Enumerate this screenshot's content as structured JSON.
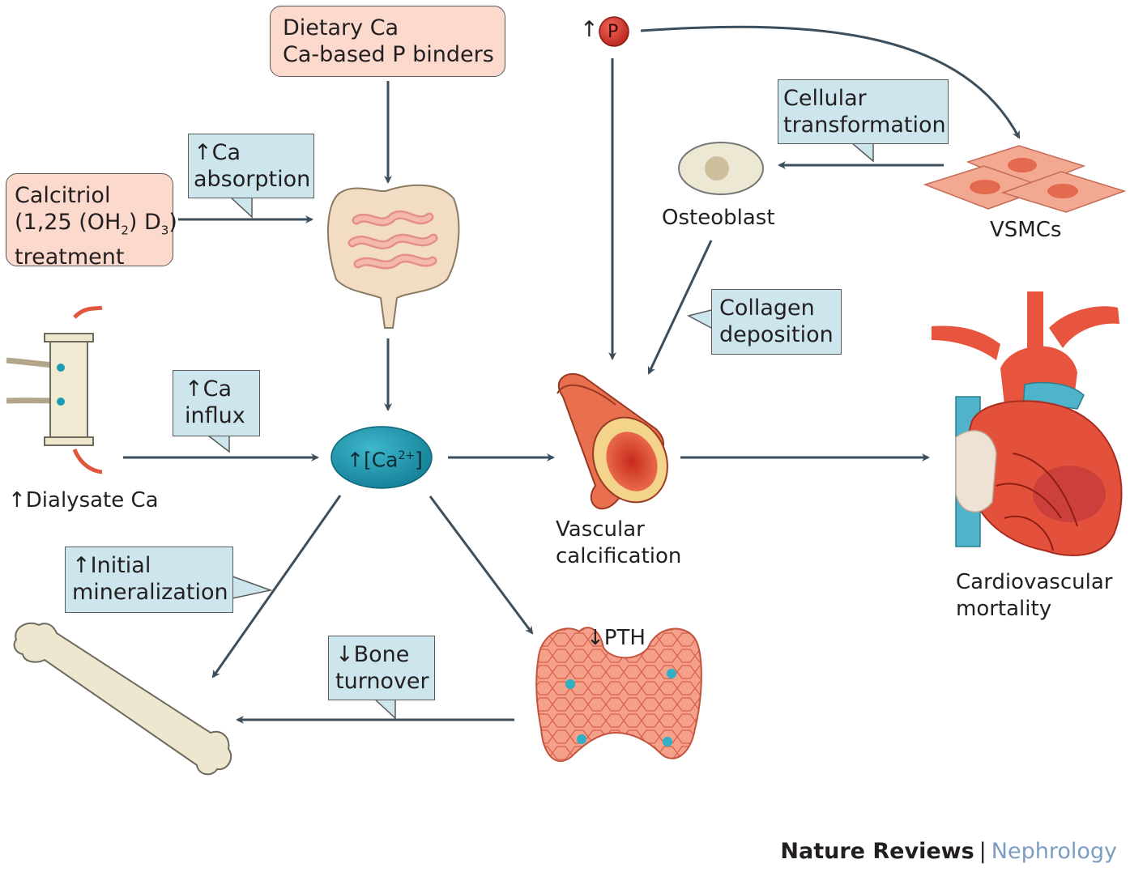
{
  "boxes": {
    "dietary": [
      "Dietary Ca",
      "Ca-based P binders"
    ],
    "calcitriol": [
      "Calcitriol",
      "(1,25 (OH",
      "2",
      ") D",
      "3",
      ")",
      "treatment"
    ],
    "ca_absorption": [
      "↑Ca",
      "absorption"
    ],
    "ca_influx": [
      "↑Ca",
      "influx"
    ],
    "cellular": [
      "Cellular",
      "transformation"
    ],
    "collagen": [
      "Collagen",
      "deposition"
    ],
    "initial_min": [
      "↑Initial",
      "mineralization"
    ],
    "bone_turnover": [
      "↓Bone",
      "turnover"
    ]
  },
  "labels": {
    "dialysate": "↑Dialysate Ca",
    "calcium_arrow": "↑",
    "calcium_base": "[Ca",
    "calcium_sup": "2+",
    "calcium_close": "]",
    "phosphate_arrow": "↑",
    "phosphate": "P",
    "osteoblast": "Osteoblast",
    "vsmcs": "VSMCs",
    "vascular": [
      "Vascular",
      "calcification"
    ],
    "cardio": [
      "Cardiovascular",
      "mortality"
    ],
    "pth": "↓PTH"
  },
  "footer": {
    "journal": "Nature Reviews",
    "separator": "|",
    "discipline": "Nephrology"
  },
  "colors": {
    "arrow": "#3d4f5c",
    "pink_box": "#fbd9cc",
    "blue_box": "#cde6ee",
    "calcium_node": "#1d9bb3",
    "phosphate_node": "#d8392f",
    "artery": "#e8704f",
    "bone": "#ede7cf",
    "heart": "#e3513c",
    "vein": "#4fb3c9",
    "discipline": "#7c9dc1"
  }
}
